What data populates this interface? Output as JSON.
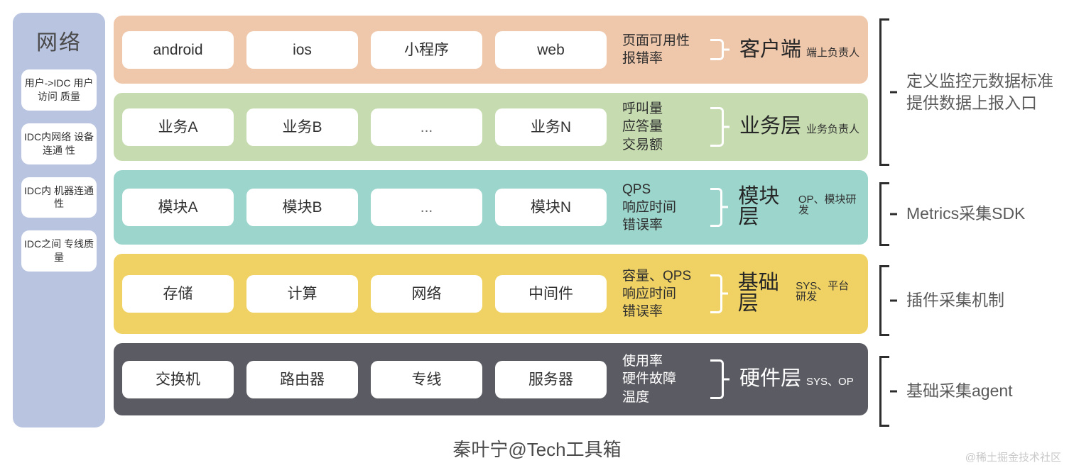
{
  "sidebar": {
    "title": "网络",
    "cards": [
      {
        "text": "用户->IDC\n用户访问\n质量"
      },
      {
        "text": "IDC内网络\n设备连通\n性"
      },
      {
        "text": "IDC内\n机器连通\n性"
      },
      {
        "text": "IDC之间\n专线质量"
      }
    ]
  },
  "layers": [
    {
      "key": "client",
      "color": "#efc7ab",
      "items": [
        "android",
        "ios",
        "小程序",
        "web"
      ],
      "metrics": "页面可用性\n报错率",
      "name": "客户端",
      "owner": "端上负责人"
    },
    {
      "key": "business",
      "color": "#c6dcb0",
      "items": [
        "业务A",
        "业务B",
        "...",
        "业务N"
      ],
      "metrics": "呼叫量\n应答量\n交易额",
      "name": "业务层",
      "owner": "业务负责人"
    },
    {
      "key": "module",
      "color": "#9cd5cc",
      "items": [
        "模块A",
        "模块B",
        "...",
        "模块N"
      ],
      "metrics": "QPS\n响应时间\n错误率",
      "name": "模块层",
      "owner": "OP、模块研发"
    },
    {
      "key": "base",
      "color": "#f0d264",
      "items": [
        "存储",
        "计算",
        "网络",
        "中间件"
      ],
      "metrics": "容量、QPS\n响应时间\n错误率",
      "name": "基础层",
      "owner": "SYS、平台研发"
    },
    {
      "key": "hardware",
      "color": "#5b5b63",
      "items": [
        "交换机",
        "路由器",
        "专线",
        "服务器"
      ],
      "metrics": "使用率\n硬件故障\n温度",
      "name": "硬件层",
      "owner": "SYS、OP"
    }
  ],
  "annotations": [
    {
      "text": "定义监控元数据标准\n提供数据上报入口"
    },
    {
      "text": "Metrics采集SDK"
    },
    {
      "text": "插件采集机制"
    },
    {
      "text": "基础采集agent"
    }
  ],
  "footer": {
    "credit": "秦叶宁@Tech工具箱",
    "watermark": "@稀土掘金技术社区"
  }
}
